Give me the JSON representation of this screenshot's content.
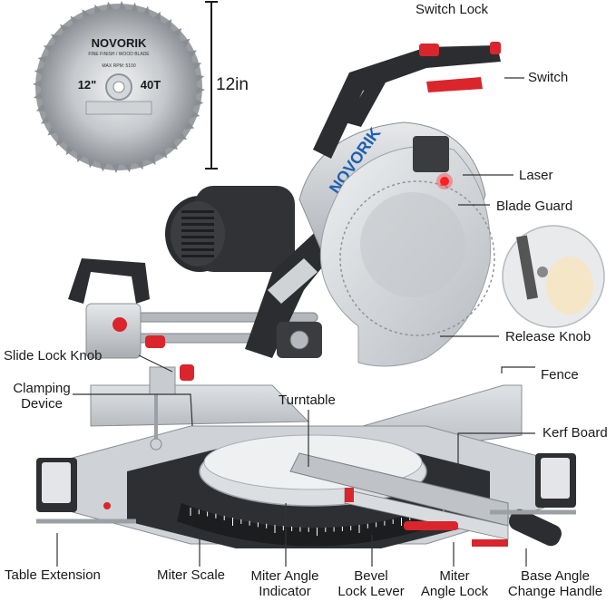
{
  "blade": {
    "brand": "NOVORIK",
    "subtitle": "FINE FINISH / WOOD BLADE",
    "max_rpm": "MAX RPM: 5100",
    "diameter_text": "12\"",
    "teeth_text": "40T",
    "size_label": "12in"
  },
  "saw_brand": "NOVORIK",
  "colors": {
    "accent_red": "#d9252b",
    "body_silver": "#c9cdd2",
    "dark_body": "#2b2d30",
    "laser_red": "#ff2020"
  },
  "callouts": {
    "switch_lock": "Switch Lock",
    "switch": "Switch",
    "laser": "Laser",
    "blade_guard": "Blade Guard",
    "release_knob": "Release Knob",
    "slide_lock_knob": "Slide Lock Knob",
    "clamping_device_line1": "Clamping",
    "clamping_device_line2": "Device",
    "turntable": "Turntable",
    "fence": "Fence",
    "kerf_board": "Kerf Board",
    "table_extension": "Table Extension",
    "miter_scale": "Miter Scale",
    "miter_angle_indicator_line1": "Miter Angle",
    "miter_angle_indicator_line2": "Indicator",
    "bevel_lock_lever_line1": "Bevel",
    "bevel_lock_lever_line2": "Lock Lever",
    "miter_angle_lock_line1": "Miter",
    "miter_angle_lock_line2": "Angle Lock",
    "base_angle_handle_line1": "Base Angle",
    "base_angle_handle_line2": "Change Handle"
  }
}
